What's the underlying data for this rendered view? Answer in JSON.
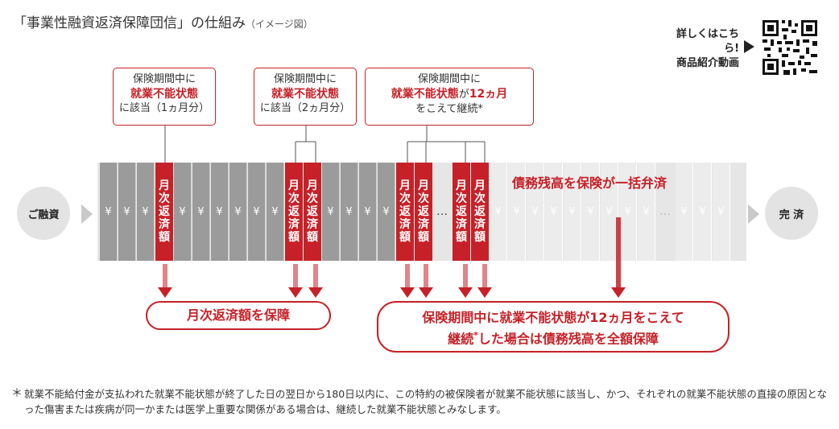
{
  "title": {
    "main": "「事業性融資返済保障団信」の仕組み",
    "sub": "（イメージ図）"
  },
  "video": {
    "line1": "詳しくはこちら!",
    "line2": "商品紹介動画"
  },
  "callouts": [
    {
      "line1": "保険期間中に",
      "emph": "就業不能状態",
      "line3": "に該当（1ヵ月分）"
    },
    {
      "line1": "保険期間中に",
      "emph": "就業不能状態",
      "line3": "に該当（2ヵ月分）"
    },
    {
      "line1": "保険期間中に",
      "emph": "就業不能状態",
      "emph_suffix": "が",
      "emph2": "12ヵ月",
      "line3": "をこえて継続*"
    }
  ],
  "timeline": {
    "start": "ご融資",
    "end": "完 済",
    "yen": "¥",
    "monthly": "月次返済額",
    "debt_label": "債務残高を保険が一括弁済",
    "ellipsis": "…"
  },
  "results": {
    "left": "月次返済額を保障",
    "right_line1": "保険期間中に就業不能状態が12ヵ月をこえて",
    "right_line2a": "継続",
    "right_star": "*",
    "right_line2b": "した場合は債務残高を全額保障"
  },
  "footnote": {
    "mark": "＊",
    "text": "就業不能給付金が支払われた就業不能状態が終了した日の翌日から180日以内に、この特約の被保険者が就業不能状態に該当し、かつ、それぞれの就業不能状態の直接の原因となった傷害または疾病が同一かまたは医学上重要な関係がある場合は、継続した就業不能状態とみなします。"
  },
  "colors": {
    "accent": "#c62128",
    "gray": "#9b9b9b",
    "light": "#ececec"
  }
}
